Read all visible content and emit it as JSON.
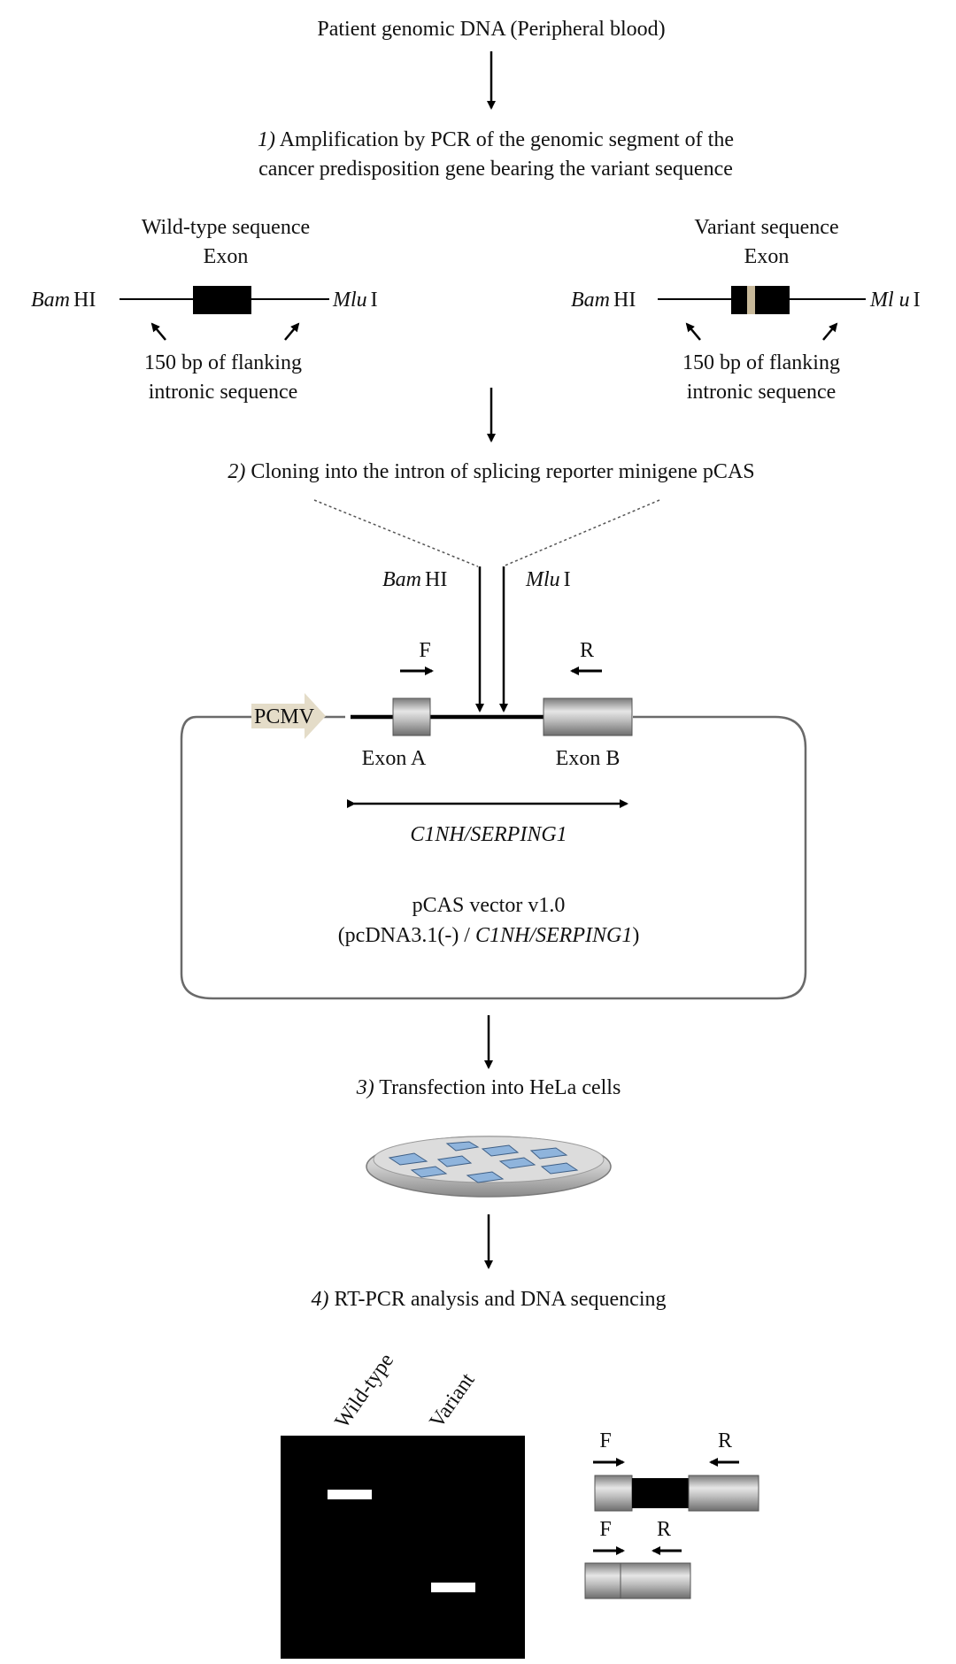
{
  "source": "Patient genomic DNA (Peripheral blood)",
  "step1": {
    "num": "1)",
    "line1": "Amplification by PCR of the genomic segment of the",
    "line2": "cancer predisposition gene bearing the variant sequence"
  },
  "wildtype": {
    "title": "Wild-type sequence",
    "exon": "Exon",
    "site_left_italic": "Bam",
    "site_left_rest": "HI",
    "site_right_italic": "Mlu",
    "site_right_rest": "I",
    "flank1": "150 bp of flanking",
    "flank2": "intronic sequence"
  },
  "variant": {
    "title": "Variant sequence",
    "exon": "Exon",
    "site_left_italic": "Bam",
    "site_left_rest": "HI",
    "site_right_italic": "Ml u",
    "site_right_rest": "I",
    "flank1": "150 bp of flanking",
    "flank2": "intronic sequence"
  },
  "step2": {
    "num": "2)",
    "text": "Cloning into the intron of splicing reporter minigene pCAS"
  },
  "vector": {
    "site_left_italic": "Bam",
    "site_left_rest": "HI",
    "site_right_italic": "Mlu",
    "site_right_rest": "I",
    "primer_f": "F",
    "primer_r": "R",
    "promoter": "PCMV",
    "exon_a": "Exon A",
    "exon_b": "Exon B",
    "gene": "C1NH/SERPING1",
    "name": "pCAS vector v1.0",
    "backbone_prefix": "(pcDNA3.1(-) /",
    "backbone_gene": "C1NH/SERPING1",
    "backbone_suffix": ")"
  },
  "step3": {
    "num": "3)",
    "text": "Transfection into HeLa cells"
  },
  "step4": {
    "num": "4)",
    "text": "RT-PCR analysis and DNA sequencing"
  },
  "gel": {
    "lane1": "Wild-type",
    "lane2": "Variant",
    "product1_f": "F",
    "product1_r": "R",
    "product2_f": "F",
    "product2_r": "R"
  },
  "colors": {
    "exon_fill": "#000000",
    "variant_mark": "#c8b99a",
    "promoter_arrow": "#e4dcc8",
    "cell": "#8fb4dc",
    "gel": "#000000",
    "band": "#ffffff"
  }
}
